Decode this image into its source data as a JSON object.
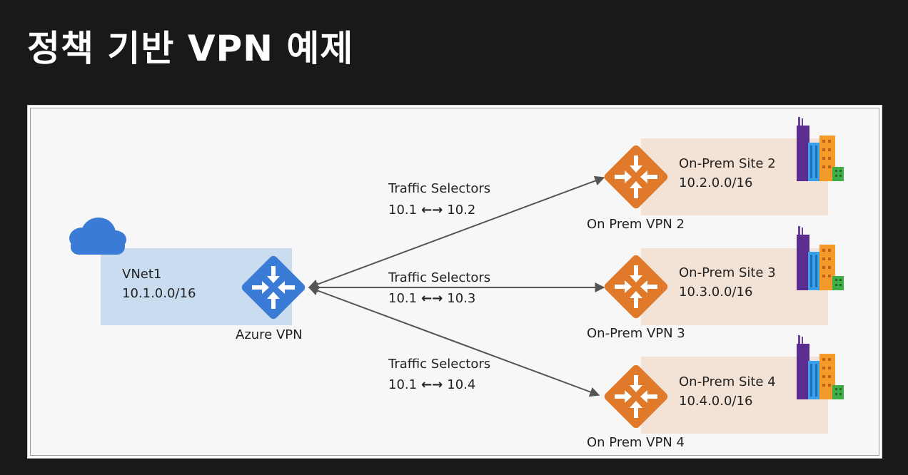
{
  "title": "정책 기반 VPN 예제",
  "colors": {
    "background": "#191919",
    "vnet_box": "#c9dcf0",
    "site_box": "#f3e3d6",
    "azure_gateway": "#3a7bd5",
    "onprem_gateway": "#e0792a",
    "cloud": "#3a7bd5",
    "arrow": "#555555"
  },
  "vnet": {
    "name": "VNet1",
    "cidr": "10.1.0.0/16",
    "icon": "cloud-icon"
  },
  "azure_gateway": {
    "label": "Azure VPN",
    "icon": "router-icon"
  },
  "arrow_glyph": "←→",
  "connections": [
    {
      "selector_title": "Traffic Selectors",
      "left": "10.1",
      "right": "10.2",
      "gateway_label": "On Prem VPN 2",
      "site_name": "On-Prem Site 2",
      "site_cidr": "10.2.0.0/16"
    },
    {
      "selector_title": "Traffic Selectors",
      "left": "10.1",
      "right": "10.3",
      "gateway_label": "On-Prem VPN 3",
      "site_name": "On-Prem Site 3",
      "site_cidr": "10.3.0.0/16"
    },
    {
      "selector_title": "Traffic Selectors",
      "left": "10.1",
      "right": "10.4",
      "gateway_label": "On Prem VPN 4",
      "site_name": "On-Prem Site 4",
      "site_cidr": "10.4.0.0/16"
    }
  ]
}
